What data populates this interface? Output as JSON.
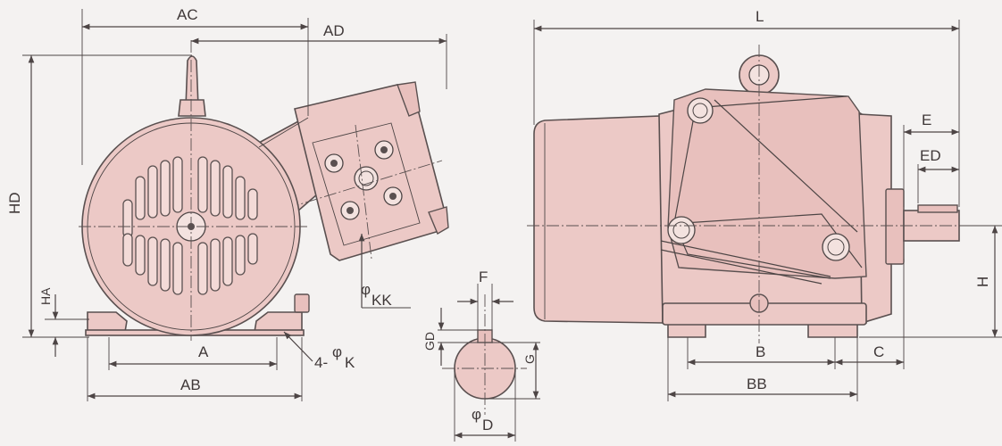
{
  "dimensions": {
    "AC": "AC",
    "AD": "AD",
    "HD": "HD",
    "HA": "HA",
    "A": "A",
    "AB": "AB",
    "K_prefix": "4-",
    "phi": "φ",
    "K": "K",
    "KK": "KK",
    "L": "L",
    "E": "E",
    "ED": "ED",
    "H": "H",
    "B": "B",
    "C": "C",
    "BB": "BB",
    "F": "F",
    "GD": "GD",
    "G": "G",
    "D": "D"
  },
  "colors": {
    "body_fill": "#ecc9c6",
    "line": "#4d4545",
    "background": "#f4f2f1"
  }
}
